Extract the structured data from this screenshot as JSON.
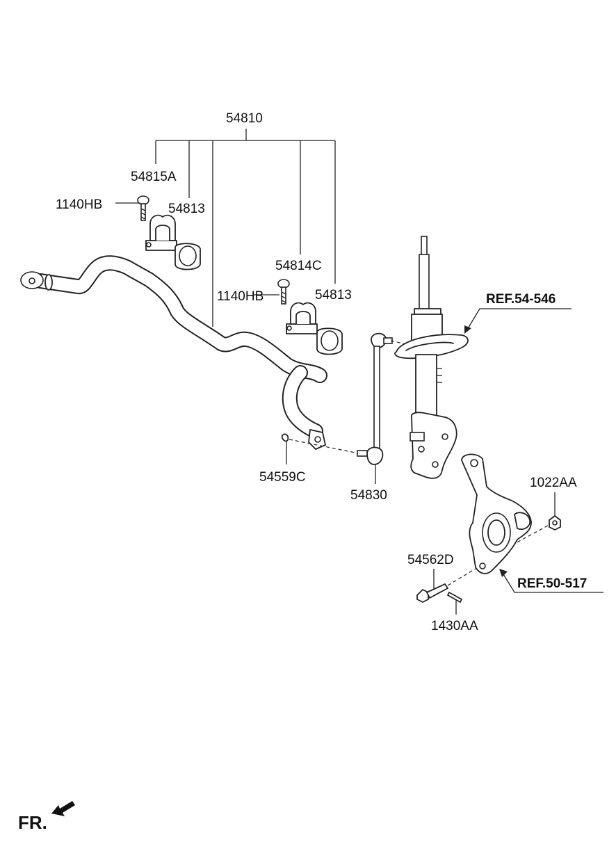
{
  "labels": {
    "assembly": "54810",
    "bracket_left": "54815A",
    "bolt_left": "1140HB",
    "bushing_left": "54813",
    "bracket_right": "54814C",
    "bolt_right": "1140HB",
    "bushing_right": "54813",
    "clip": "54559C",
    "link": "54830",
    "nut": "1022AA",
    "bolt_knuckle": "54562D",
    "pin": "1430AA"
  },
  "refs": {
    "strut": "REF.54-546",
    "knuckle": "REF.50-517"
  },
  "direction": "FR."
}
